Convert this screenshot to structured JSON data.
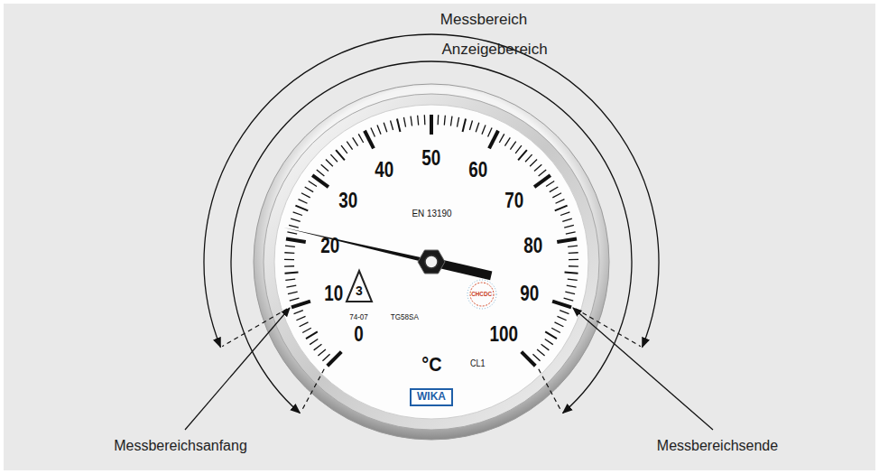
{
  "diagram": {
    "labels": [
      "Messbereich",
      "Anzeigebereich",
      "0",
      "10",
      "20",
      "30",
      "40",
      "50",
      "60",
      "70",
      "80",
      "90",
      "100",
      "EN 13190",
      "3",
      "74-07",
      "TG58SA",
      "CHCDC",
      "°C",
      "CL1",
      "WIKA",
      "Messbereichsanfang",
      "Messbereichsende"
    ]
  }
}
